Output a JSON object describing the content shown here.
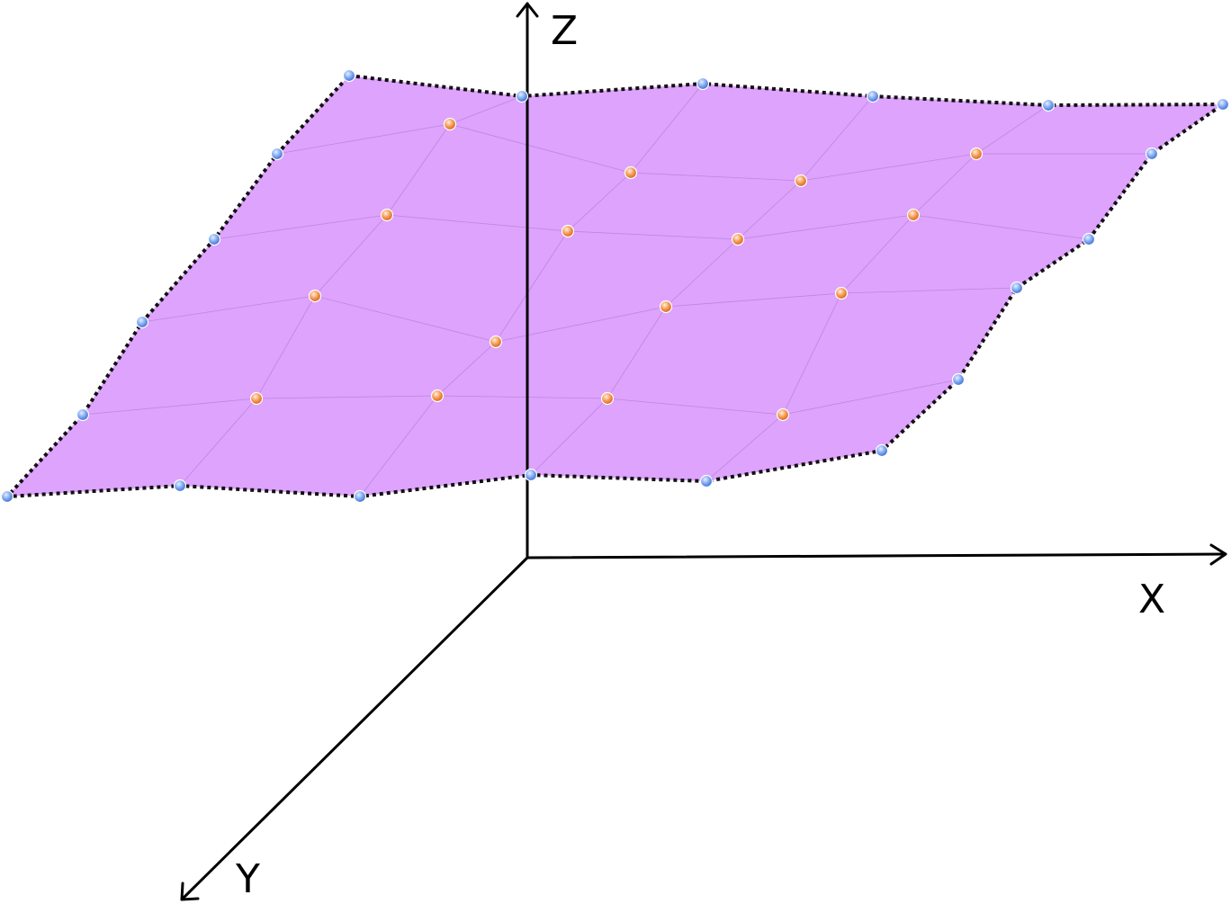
{
  "axes": {
    "z_label": "Z",
    "x_label": "X",
    "y_label": "Y"
  },
  "colors": {
    "surface_fill": "#dea3fc",
    "grid_line": "#b07fd6",
    "boundary": "#111111",
    "boundary_node": "#6f9cf0",
    "interior_node": "#f4873c",
    "axis": "#000000"
  }
}
